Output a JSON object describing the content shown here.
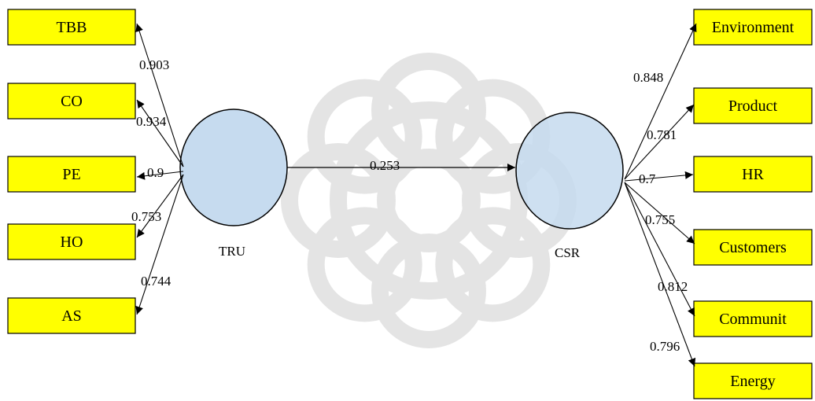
{
  "colors": {
    "box_fill": "#ffff00",
    "box_stroke": "#000000",
    "ellipse_fill": "#c6dbef",
    "ellipse_stroke": "#000000",
    "watermark": "#d9d9d9"
  },
  "watermark": {
    "icon": "arabesque-star-watermark-icon"
  },
  "nodes": {
    "tru": {
      "label": "TRU"
    },
    "csr": {
      "label": "CSR"
    }
  },
  "left_indicators": [
    {
      "label": "TBB",
      "loading": "0.903"
    },
    {
      "label": "CO",
      "loading": "0.934"
    },
    {
      "label": "PE",
      "loading": "0.9"
    },
    {
      "label": "HO",
      "loading": "0.753"
    },
    {
      "label": "AS",
      "loading": "0.744"
    }
  ],
  "right_indicators": [
    {
      "label": "Environment",
      "loading": "0.848"
    },
    {
      "label": "Product",
      "loading": "0.781"
    },
    {
      "label": "HR",
      "loading": "0.7"
    },
    {
      "label": "Customers",
      "loading": "0.755"
    },
    {
      "label": "Communit",
      "loading": "0.812"
    },
    {
      "label": "Energy",
      "loading": "0.796"
    }
  ],
  "path": {
    "label": "0.253"
  }
}
